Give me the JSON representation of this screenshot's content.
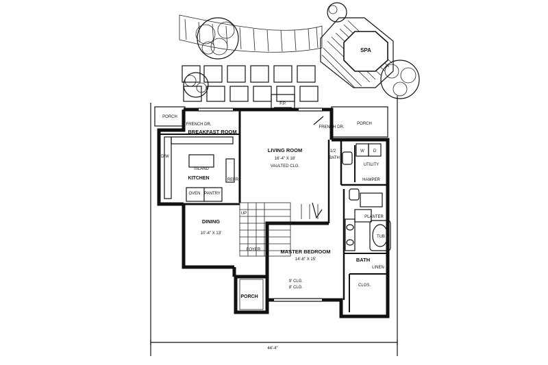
{
  "plan": {
    "rooms": {
      "spa": "SPA",
      "porch_left": "PORCH",
      "french_dr_left": "FRENCH DR.",
      "fireplace": "F.P.",
      "french_dr_right": "FRENCH DR.",
      "porch_right": "PORCH",
      "breakfast_room": "BREAKFAST ROOM",
      "living_room": "LIVING ROOM",
      "living_room_size": "16'-4\" X 18'",
      "vaulted_clg": "VAULTED CLG.",
      "half_bath_1": "1/2",
      "half_bath_2": "BATH",
      "washer": "W",
      "dryer": "D",
      "utility": "UTILITY",
      "dw": "D/W",
      "island": "ISLAND",
      "kitchen": "KITCHEN",
      "refr": "REFR",
      "oven": "OVEN",
      "pantry": "PANTRY",
      "hamper": "HAMPER",
      "up": "UP",
      "planter": "PLANTER",
      "tub": "TUB",
      "dining": "DINING",
      "dining_size": "10'-4\" X 13'",
      "foyer": "FOYER",
      "master_bedroom": "MASTER BEDROOM",
      "master_bedroom_size": "14'-8\" X 15'",
      "bath": "BATH",
      "linen": "LINEN",
      "clg_9": "9' CLG.",
      "clg_8": "8' CLG.",
      "clos": "CLOS.",
      "porch_front": "PORCH"
    },
    "dimension": "44'-4\""
  }
}
